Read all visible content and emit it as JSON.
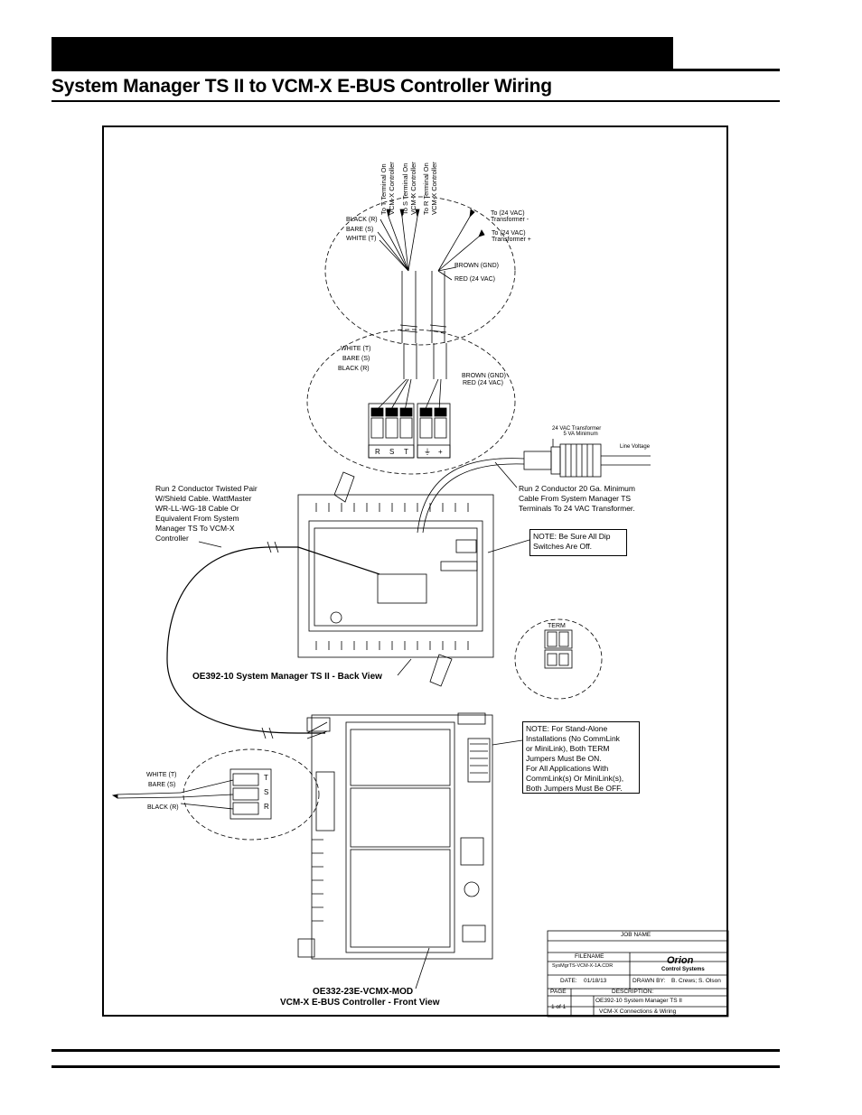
{
  "page": {
    "title": "System Manager TS II to VCM-X E-BUS Controller Wiring"
  },
  "wires_top": {
    "to_t": "To T Terminal On",
    "to_t2": "VCM-X Controller",
    "to_s": "To S Terminal On",
    "to_s2": "VCM-X Controller",
    "to_r": "To R Terminal On",
    "to_r2": "VCM-X Controller",
    "black_r": "BLACK (R)",
    "bare_s": "BARE (S)",
    "white_t": "WHITE (T)",
    "to24_minus_1": "To (24 VAC)",
    "to24_minus_2": "Transformer -",
    "to24_plus_1": "To (24 VAC)",
    "to24_plus_2": "Transformer +",
    "brown_gnd": "BROWN (GND)",
    "red_24": "RED (24 VAC)"
  },
  "wires_mid": {
    "white_t": "WHITE (T)",
    "bare_s": "BARE (S)",
    "black_r": "BLACK (R)",
    "brown_gnd": "BROWN (GND)",
    "red_24": "RED (24 VAC)",
    "term_r": "R",
    "term_s": "S",
    "term_t": "T",
    "term_gnd": "⏚",
    "term_plus": "+"
  },
  "transformer": {
    "line1": "24 VAC Transformer",
    "line2": "5 VA Minimum",
    "line_voltage": "Line Voltage"
  },
  "notes": {
    "twisted_pair": [
      "Run 2 Conductor Twisted Pair",
      "W/Shield Cable. WattMaster",
      "WR-LL-WG-18 Cable Or",
      "Equivalent From System",
      "Manager TS To VCM-X",
      "Controller"
    ],
    "run_20ga": [
      "Run 2 Conductor 20 Ga. Minimum",
      "Cable From  System Manager TS",
      "Terminals To 24 VAC Transformer."
    ],
    "dip": [
      "NOTE:  Be Sure All Dip",
      "Switches Are Off."
    ],
    "standalone": [
      "NOTE:  For Stand-Alone",
      "Installations (No CommLink",
      "or MiniLink), Both TERM",
      "Jumpers Must Be ON.",
      "For All Applications With",
      "CommLink(s) Or MiniLink(s),",
      "Both Jumpers Must Be OFF."
    ],
    "term": "TERM"
  },
  "captions": {
    "back_view": "OE392-10 System Manager TS II - Back View",
    "vcm_part": "OE332-23E-VCMX-MOD",
    "vcm_view": "VCM-X E-BUS Controller - Front View"
  },
  "vcm_terminals": {
    "white_t": "WHITE (T)",
    "bare_s": "BARE (S)",
    "black_r": "BLACK (R)",
    "t": "T",
    "s": "S",
    "r": "R"
  },
  "title_block": {
    "job_name_label": "JOB NAME",
    "filename_label": "FILENAME",
    "filename": "SysMgrTS-VCM-X-1A.CDR",
    "date_label": "DATE:",
    "date": "01/18/13",
    "drawn_by_label": "DRAWN BY:",
    "drawn_by": "B. Crews; S. Olson",
    "page_label": "PAGE",
    "page": "1 of 1",
    "description_label": "DESCRIPTION:",
    "desc1": "OE392-10 System Manager TS II",
    "desc2": "VCM-X Connections & Wiring",
    "logo1": "Orion",
    "logo2": "Control Systems"
  },
  "colors": {
    "ink": "#000000",
    "paper": "#ffffff"
  }
}
